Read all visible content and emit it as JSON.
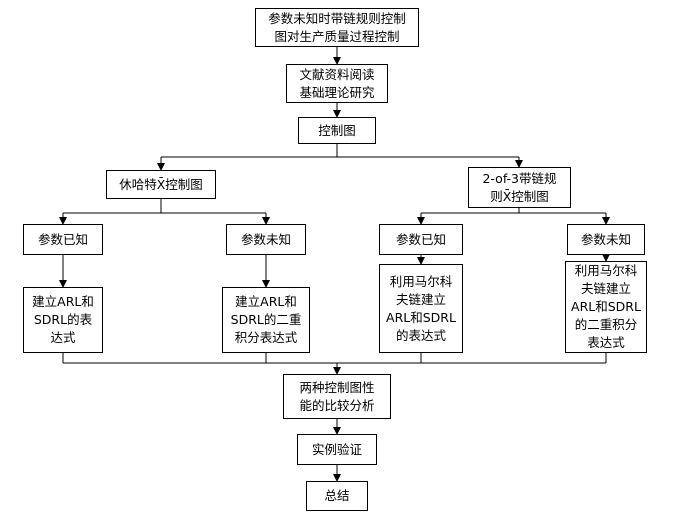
{
  "nodes": {
    "n1": "参数未知时带链规则控制\n图对生产质量过程控制",
    "n2": "文献资料阅读\n基础理论研究",
    "n3": "控制图",
    "n4": "休哈特X̄控制图",
    "n5": "2-of-3带链规\n则X̄控制图",
    "n6": "参数已知",
    "n7": "参数未知",
    "n8": "参数已知",
    "n9": "参数未知",
    "n10": "建立ARL和\nSDRL的表\n达式",
    "n11": "建立ARL和\nSDRL的二重\n积分表达式",
    "n12": "利用马尔科\n夫链建立\nARL和SDRL\n的表达式",
    "n13": "利用马尔科\n夫链建立\nARL和SDRL\n的二重积分\n表达式",
    "n14": "两种控制图性\n能的比较分析",
    "n15": "实例验证",
    "n16": "总结"
  },
  "colors": {
    "line": "#000000",
    "box_border": "#000000",
    "background": "#ffffff"
  }
}
